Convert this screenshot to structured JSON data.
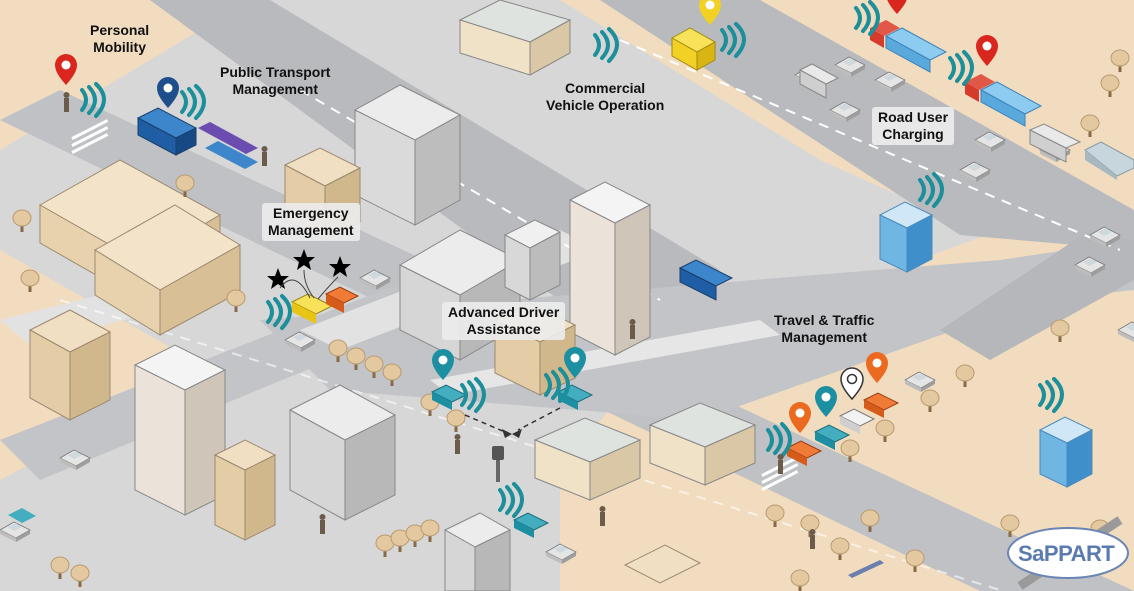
{
  "labels": {
    "personal_mobility": "Personal\nMobility",
    "public_transport": "Public Transport\nManagement",
    "commercial_vehicle": "Commercial\nVehicle Operation",
    "road_user_charging": "Road User\nCharging",
    "emergency": "Emergency\nManagement",
    "advanced_driver": "Advanced Driver\nAssistance",
    "travel_traffic": "Travel & Traffic\nManagement"
  },
  "logo": {
    "text": "SaPPART"
  },
  "colors": {
    "road": "#b8babe",
    "ground_sand": "#f1dcbf",
    "sidewalk": "#dcdcdc",
    "pin_red": "#d9271d",
    "pin_teal": "#1d8fa3",
    "pin_orange": "#ec6a1f",
    "pin_yellow": "#f2d024",
    "signal_teal": "#1c8f9b",
    "bus_blue": "#1f5da4",
    "truck_cab_red": "#d63a2a",
    "tower_blue": "#5aa9dd"
  }
}
